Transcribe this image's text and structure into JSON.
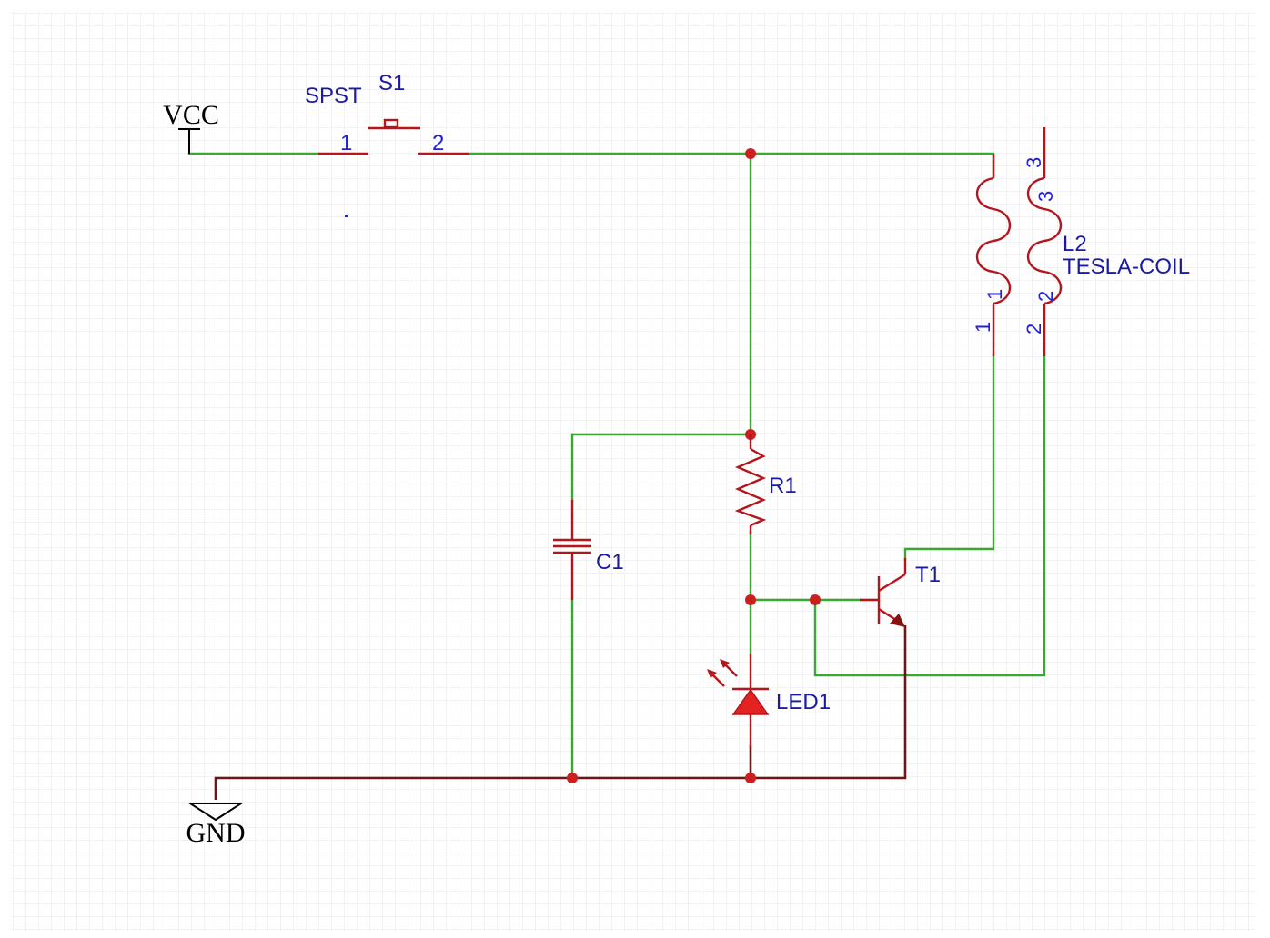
{
  "labels": {
    "vcc": "VCC",
    "gnd": "GND",
    "s1_type": "SPST",
    "s1_ref": "S1",
    "s1_pin1": "1",
    "s1_pin2": "2",
    "l2_ref": "L2",
    "l2_value": "TESLA-COIL",
    "l2_pin1_outer": "1",
    "l2_pin1_inner": "1",
    "l2_pin2_outer": "2",
    "l2_pin2_inner": "2",
    "l2_pin3_outer": "3",
    "l2_pin3_inner": "3",
    "r1_ref": "R1",
    "c1_ref": "C1",
    "led1_ref": "LED1",
    "t1_ref": "T1"
  },
  "colors": {
    "wire": "#3aa832",
    "ground_wire": "#6e1616",
    "symbol": "#b5151b",
    "label": "#1a1aa6",
    "pin_number": "#2020e0",
    "grid": "#e4e4e4"
  }
}
